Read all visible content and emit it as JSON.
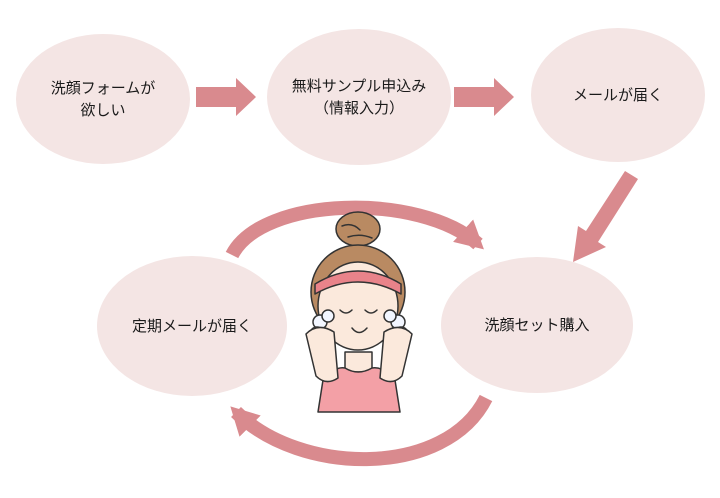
{
  "colors": {
    "ellipse_fill": "#f4e5e4",
    "arrow": "#d98a8e",
    "text": "#1a1a1a",
    "skin": "#fbe9dc",
    "hair": "#b98a62",
    "headband": "#e9838a",
    "foam": "#f2f6ff",
    "top": "#f3a0a6"
  },
  "steps": {
    "step1": {
      "line1": "洗顔フォームが",
      "line2": "欲しい"
    },
    "step2": {
      "line1": "無料サンプル申込み",
      "line2": "（情報入力）"
    },
    "step3": {
      "line1": "メールが届く"
    },
    "step4": {
      "line1": "洗顔セット購入"
    },
    "step5": {
      "line1": "定期メールが届く"
    }
  },
  "illustration": "woman-washing-face-icon"
}
